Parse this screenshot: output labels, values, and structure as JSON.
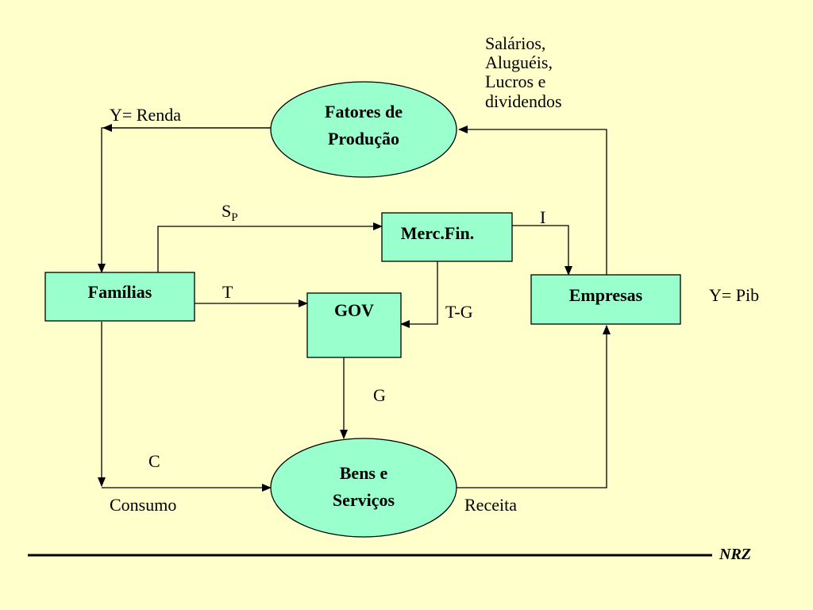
{
  "nodes": {
    "fatores": {
      "line1": "Fatores de",
      "line2": "Produção"
    },
    "familias": "Famílias",
    "merc_fin": "Merc.Fin.",
    "gov": "GOV",
    "empresas": "Empresas",
    "bens": {
      "line1": "Bens e",
      "line2": "Serviços"
    }
  },
  "labels": {
    "renda": "Y= Renda",
    "factor_payments": [
      "Salários,",
      "Aluguéis,",
      "Lucros e",
      "dividendos"
    ],
    "savings": "S",
    "savings_sub": "P",
    "investment": "I",
    "taxes": "T",
    "deficit": "T-G",
    "gov_spending": "G",
    "pib": "Y= Pib",
    "consumption_letter": "C",
    "consumo": "Consumo",
    "receita": "Receita"
  },
  "signature": "NRZ",
  "colors": {
    "background": "#ffffcc",
    "node_fill": "#99ffcc",
    "line": "#000000"
  }
}
